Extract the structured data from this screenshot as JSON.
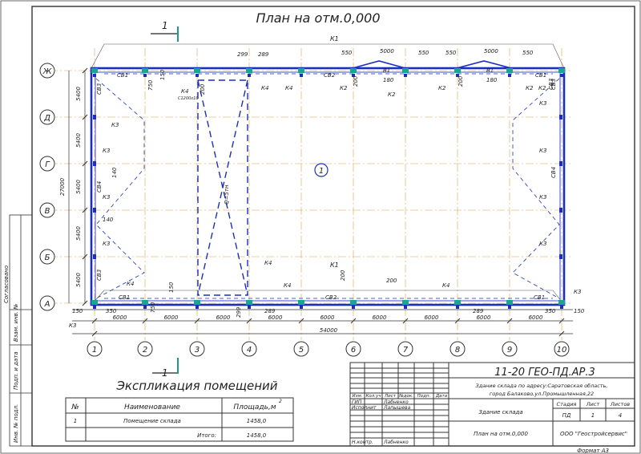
{
  "drawing": {
    "title": "План на отм.0,000",
    "section_label": "1",
    "room_tag": "1",
    "crane_label": "Q=5тн",
    "axes_x": [
      "1",
      "2",
      "3",
      "4",
      "5",
      "6",
      "7",
      "8",
      "9",
      "10"
    ],
    "axes_y": [
      "Ж",
      "Д",
      "Г",
      "В",
      "Б",
      "А"
    ],
    "spans_x": [
      "6000",
      "6000",
      "6000",
      "6000",
      "6000",
      "6000",
      "6000",
      "6000",
      "6000"
    ],
    "spans_y": [
      "5400",
      "5400",
      "5400",
      "5400",
      "5400"
    ],
    "total_x": "54000",
    "total_y": "27000",
    "k1_top": "К1",
    "k1_bottom": "К1",
    "top_labels": [
      {
        "t": "СВ1"
      },
      {
        "t": "750"
      },
      {
        "t": "150"
      },
      {
        "t": "К4"
      },
      {
        "t": "С1200х10"
      },
      {
        "t": "200"
      },
      {
        "t": "299"
      },
      {
        "t": "289"
      },
      {
        "t": "К4"
      },
      {
        "t": "К4"
      },
      {
        "t": "СВ2"
      },
      {
        "t": "550"
      },
      {
        "t": "5000"
      },
      {
        "t": "550"
      },
      {
        "t": "В1"
      },
      {
        "t": "180"
      },
      {
        "t": "К2"
      },
      {
        "t": "200"
      },
      {
        "t": "К2"
      },
      {
        "t": "К2"
      },
      {
        "t": "550"
      },
      {
        "t": "5000"
      },
      {
        "t": "550"
      },
      {
        "t": "В1"
      },
      {
        "t": "180"
      },
      {
        "t": "200"
      },
      {
        "t": "К2"
      },
      {
        "t": "К2"
      },
      {
        "t": "СВ1"
      },
      {
        "t": "СВ3"
      }
    ],
    "side_labels": [
      {
        "t": "СВ3"
      },
      {
        "t": "К3"
      },
      {
        "t": "К3"
      },
      {
        "t": "140"
      },
      {
        "t": "СВ4"
      },
      {
        "t": "К3"
      },
      {
        "t": "140"
      },
      {
        "t": "К3"
      },
      {
        "t": "СВ3"
      },
      {
        "t": "К3"
      },
      {
        "t": "К3"
      },
      {
        "t": "СВ4"
      },
      {
        "t": "К3"
      },
      {
        "t": "К3"
      },
      {
        "t": "СВ3"
      }
    ],
    "bottom_labels": [
      {
        "t": "К4"
      },
      {
        "t": "СВ1"
      },
      {
        "t": "150"
      },
      {
        "t": "К4"
      },
      {
        "t": "К4"
      },
      {
        "t": "200"
      },
      {
        "t": "СВ2"
      },
      {
        "t": "200"
      },
      {
        "t": "К4"
      },
      {
        "t": "СВ1"
      },
      {
        "t": "К3"
      },
      {
        "t": "150"
      },
      {
        "t": "350"
      },
      {
        "t": "750"
      },
      {
        "t": "299"
      },
      {
        "t": "289"
      },
      {
        "t": "289"
      },
      {
        "t": "350"
      },
      {
        "t": "150"
      },
      {
        "t": "К3"
      }
    ]
  },
  "explication": {
    "title": "Экспликация помещений",
    "headers": [
      "№",
      "Наименование",
      "Площадь,м",
      "2"
    ],
    "rows": [
      {
        "no": "1",
        "name": "Помещение склада",
        "area": "1458,0"
      },
      {
        "no": "",
        "name": "Итого:",
        "area": "1458,0"
      }
    ]
  },
  "stamp": {
    "code": "11-20 ГЕО-ПД.АР.3",
    "address": "Здание склада по адресу:Саратовская область,",
    "address2": "город Балаково,ул.Промышленная,22",
    "building": "Здание склада",
    "sheet_name": "План на отм.0,000",
    "company": "ООО \"Геостройсервис\"",
    "col_headers": [
      "Изм.",
      "Кол.уч",
      "Лист",
      "№док.",
      "Подп.",
      "Дата"
    ],
    "people": [
      {
        "role": "ГИП",
        "name": "Лабненко"
      },
      {
        "role": "Исполнит",
        "name": "Лапышева"
      },
      {
        "role": "Н.контр.",
        "name": "Лабненко"
      }
    ],
    "stage_headers": [
      "Стадия",
      "Лист",
      "Листов"
    ],
    "stage_values": [
      "ПД",
      "1",
      "4"
    ],
    "format": "Формат    А3"
  },
  "side_stamp": [
    "Согласовано",
    "Взам. инв. №",
    "Подп. и дата",
    "Инв. № подл."
  ]
}
